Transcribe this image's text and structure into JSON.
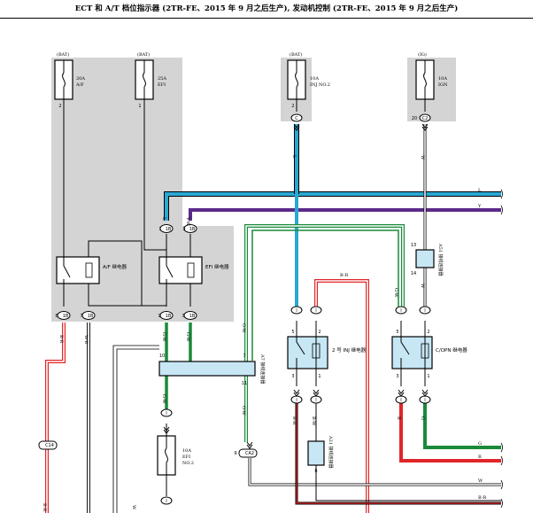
{
  "title": "ECT 和 A/T 档位指示器 (2TR-FE、2015 年 9 月之后生产), 发动机控制 (2TR-FE、2015 年 9 月之后生产)",
  "fuses": {
    "af": {
      "source": "(BAT)",
      "amp": "20A",
      "name": "A/F"
    },
    "efi": {
      "source": "(BAT)",
      "amp": "25A",
      "name": "EFI"
    },
    "inj": {
      "source": "(BAT)",
      "amp": "10A",
      "name": "INJ NO.2"
    },
    "igb": {
      "source": "(IG)",
      "amp": "10A",
      "name": "IGN"
    },
    "efi2": {
      "amp": "10A",
      "name": "EFI",
      "name2": "NO.2"
    }
  },
  "relays": {
    "af": "A/F 继电器",
    "efi": "EFI 继电器",
    "inj": "2 号 INJ 继电器",
    "copn": "C/OPN 继电器"
  },
  "connectors": {
    "jc1": "A7 接线连接器",
    "jc2": "A51 接线连接器",
    "jc3": "A21 接线连接器"
  },
  "wires": {
    "L": "L",
    "Y": "Y",
    "W": "W",
    "BR": "B-R",
    "BW": "B-W",
    "GW": "G-W",
    "G": "G",
    "R": "R",
    "WB": "W-B",
    "VW": "V-W"
  },
  "pins": {
    "1": "1",
    "2": "2",
    "3": "3",
    "5": "5",
    "6": "6",
    "7": "7",
    "8": "8",
    "9": "9",
    "10": "10",
    "11": "11",
    "13": "13",
    "14": "14",
    "20": "20"
  },
  "terminals": {
    "r1": "1R",
    "r2": "1B",
    "r3": "1B",
    "c1": "1C",
    "c2": "C",
    "ca2": "CA2",
    "cg2": "C2",
    "w1": "C14",
    "ib": "1B",
    "ica": "I"
  },
  "colors": {
    "bg_gray": "#d4d4d4",
    "L_wire": "#2aa8d4",
    "Y_wire": "#5b2a8a",
    "G_wire": "#1a8a3a",
    "R_wire": "#e0262a",
    "relay_fill": "#c7e7f5",
    "connector_fill": "#c7e7f5"
  }
}
